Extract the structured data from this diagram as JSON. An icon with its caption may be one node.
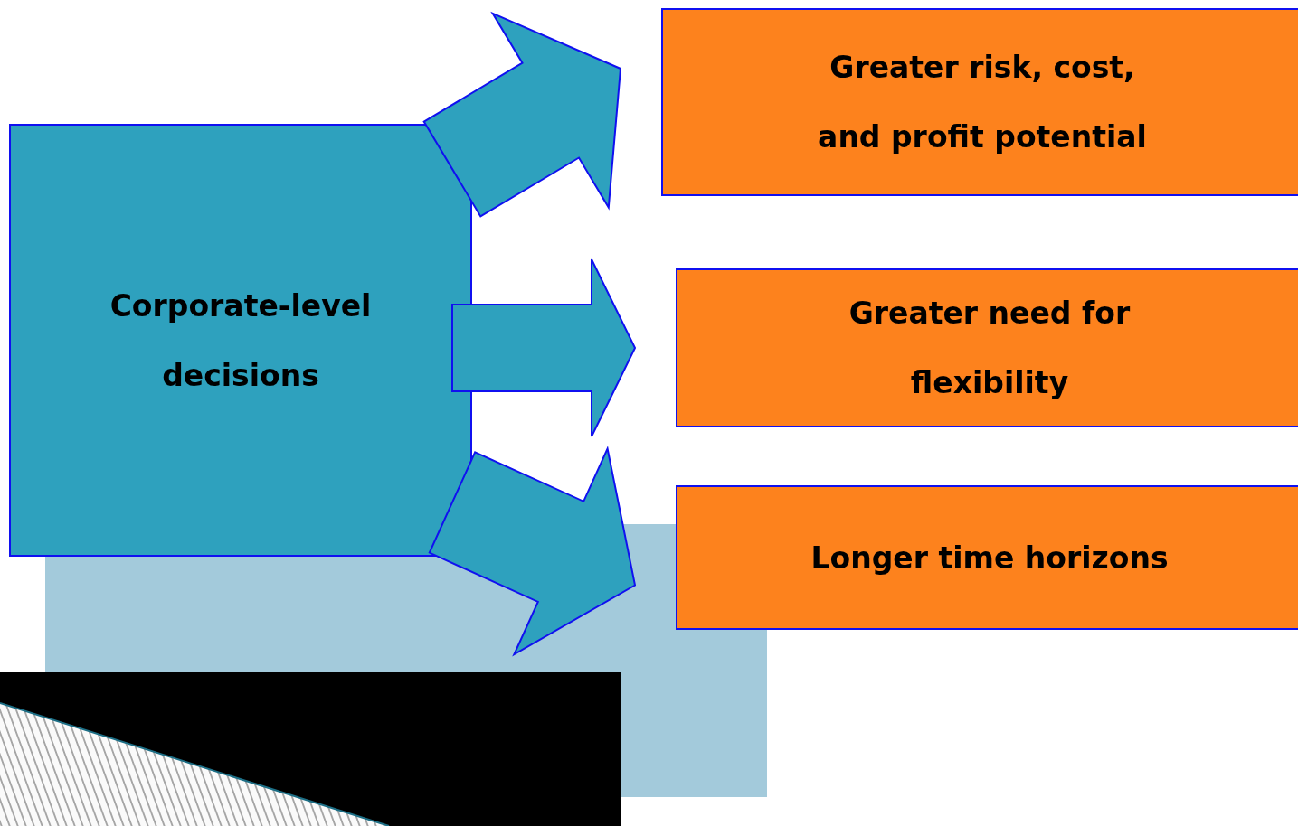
{
  "diagram": {
    "nodes": [
      {
        "text": [
          "Corporate-level decisions"
        ]
      },
      {
        "text": [
          "Greater risk, cost, and profit potential"
        ]
      },
      {
        "text": [
          "Greater need for flexibility"
        ]
      },
      {
        "text": [
          "Longer time horizons"
        ]
      }
    ],
    "edges": [
      {
        "from": 0,
        "to": 1,
        "arrow": "to"
      },
      {
        "from": 0,
        "to": 2,
        "arrow": "to"
      },
      {
        "from": 0,
        "to": 3,
        "arrow": "to"
      }
    ]
  }
}
